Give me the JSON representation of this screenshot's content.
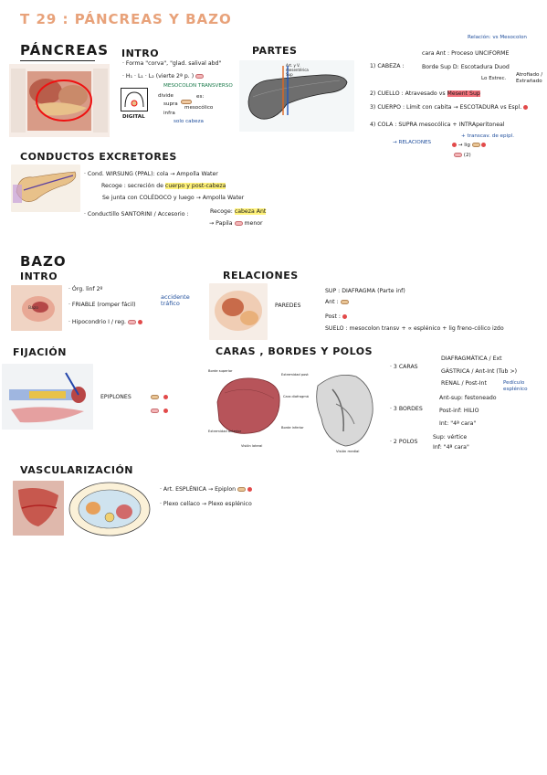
{
  "title": "T 29 : PÁNCREAS Y BAZO",
  "pancreas": {
    "heading": "PÁNCREAS",
    "intro": {
      "heading": "INTRO",
      "lines": [
        "· Forma \"corva\", \"glad. salival abd\"",
        "· H₁ · L₁ · L₂ (vierte 2ª p. )"
      ],
      "mesocolon_label": "MESOCOLON TRANSVERSO",
      "divide_label": "divide",
      "supra_label": "supra",
      "infra_label": "infra",
      "es_label": "es:",
      "mesocolico_label": "mesocólico",
      "solo_cabeza_label": "solo cabeza",
      "digital_label": "DIGITAL"
    },
    "partes": {
      "heading": "PARTES",
      "img_label": "Art. y V. mesentérica Sup",
      "items": [
        {
          "num": "1) CABEZA :",
          "lines": [
            "cara Ant : Proceso UNCIFORME",
            "Borde Sup D: Escotadura Duod"
          ],
          "blue": [
            "Relación: vs Mesocolon",
            "Lo Estrec.",
            "Atrofiado / Extrañado"
          ]
        },
        {
          "num": "2) CUELLO :",
          "text": "Atravesado vs",
          "hl": "Mesent Sup"
        },
        {
          "num": "3) CUERPO :",
          "text": "Límit con cabita → ESCOTADURA vs Espl."
        },
        {
          "num": "4) COLA :",
          "text": "SUPRA mesocólica + INTRAperitoneal"
        }
      ],
      "relaciones_label": "→ RELACIONES",
      "rel_lines": [
        "+ transcav. de epipl.",
        "→ lig",
        "(2)"
      ]
    },
    "conductos": {
      "heading": "CONDUCTOS  EXCRETORES",
      "lines": [
        "· Cond. WIRSUNG (PPAL): cola → Ampolla Water",
        "Recoge : secreción de",
        "Se junta con COLÉDOCO y luego → Ampolla Water",
        "· Conductillo SANTORINI / Accesorio :"
      ],
      "hl_cuerpo": "cuerpo y post-cabeza",
      "recoge_label": "Recoge:",
      "cabeza_ant": "cabeza Ant",
      "papila_label": "→ Papila",
      "menor_label": "menor"
    }
  },
  "bazo": {
    "heading": "BAZO",
    "intro": {
      "heading": "INTRO",
      "img_label": "Bazo",
      "lines": [
        "· Órg. linf 2º",
        "· FRIABLE (romper fácil)",
        "· Hipocondrio I / reg."
      ],
      "accidente": "accidente tráfico"
    },
    "relaciones": {
      "heading": "RELACIONES",
      "paredes_label": "PAREDES",
      "lines": [
        "SUP : DIAFRAGMA (Parte inf)",
        "Ant :",
        "Post :",
        "SUELO : mesocolon transv + ∝ esplénico + lig freno-cólico izdo"
      ]
    },
    "fijacion": {
      "heading": "FIJACIÓN",
      "label": "EPIPLONES"
    },
    "caras": {
      "heading": "CARAS , BORDES  Y POLOS",
      "img_left_labels": [
        "Borde superior",
        "Extremidad posterior",
        "Cara diafragmática",
        "Borde inferior",
        "Extremidad anterior"
      ],
      "img_left_caption": "Visión lateral",
      "img_right_caption": "Visión medial",
      "caras_label": "· 3 CARAS",
      "caras": [
        "DIAFRAGMÁTICA / Ext",
        "GÁSTRICA / Ant-Int (Tub >)",
        "RENAL / Post-Int"
      ],
      "pediculo": "Pedículo esplénico",
      "bordes_label": "· 3 BORDES",
      "bordes": [
        "Ant-sup: festoneado",
        "Post-inf: HILIO",
        "Int: \"4ª cara\""
      ],
      "polos_label": "· 2 POLOS",
      "polos": [
        "Sup: vértice",
        "Inf: \"4ª cara\""
      ]
    },
    "vasc": {
      "heading": "VASCULARIZACIÓN",
      "lines": [
        "· Art. ESPLÉNICA → Epiplon",
        "· Plexo celíaco → Plexo esplénico"
      ]
    }
  }
}
